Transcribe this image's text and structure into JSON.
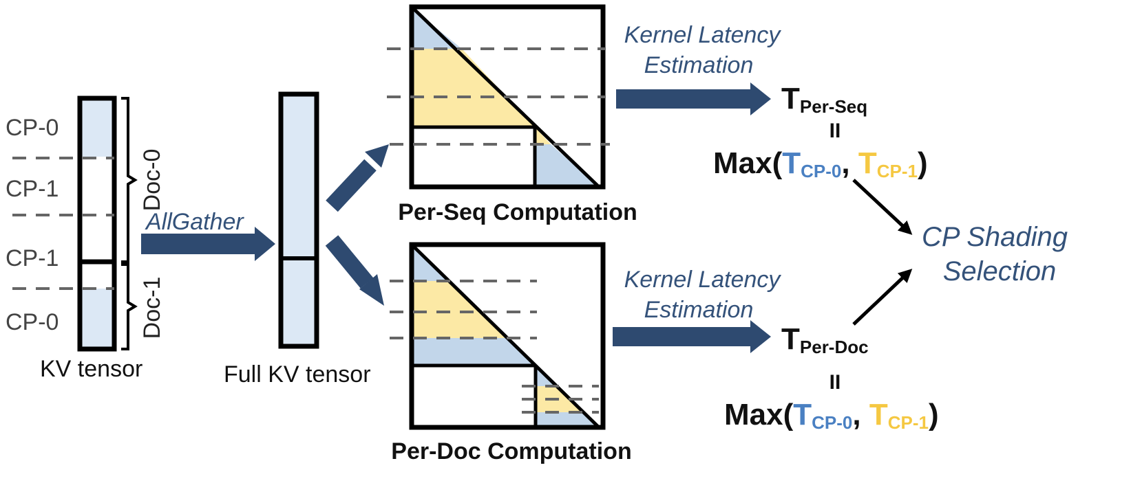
{
  "kv": {
    "labels": [
      "CP-0",
      "CP-1",
      "CP-1",
      "CP-0"
    ],
    "docs": [
      "Doc-0",
      "Doc-1"
    ],
    "caption": "KV tensor"
  },
  "allgather": "AllGather",
  "full_kv_caption": "Full KV tensor",
  "per_seq": {
    "caption": "Per-Seq Computation",
    "latency_line1": "Kernel Latency",
    "latency_line2": "Estimation",
    "t": "T",
    "t_sub": "Per-Seq",
    "eq": "II",
    "max": "Max(",
    "t_cp0": "T",
    "t_cp0_sub": "CP-0",
    "comma": ", ",
    "t_cp1": "T",
    "t_cp1_sub": "CP-1",
    "close": ")"
  },
  "per_doc": {
    "caption": "Per-Doc Computation",
    "latency_line1": "Kernel Latency",
    "latency_line2": "Estimation",
    "t": "T",
    "t_sub": "Per-Doc",
    "eq": "II",
    "max": "Max(",
    "t_cp0": "T",
    "t_cp0_sub": "CP-0",
    "comma": ", ",
    "t_cp1": "T",
    "t_cp1_sub": "CP-1",
    "close": ")"
  },
  "selection": {
    "line1": "CP Shading",
    "line2": "Selection"
  },
  "colors": {
    "blue_fill": "#dce8f5",
    "blue_tri": "#c2d6ea",
    "yellow": "#fce9a5",
    "arrow": "#2e4a70",
    "cp0_text": "#4a80c2",
    "cp1_text": "#f5c842"
  }
}
